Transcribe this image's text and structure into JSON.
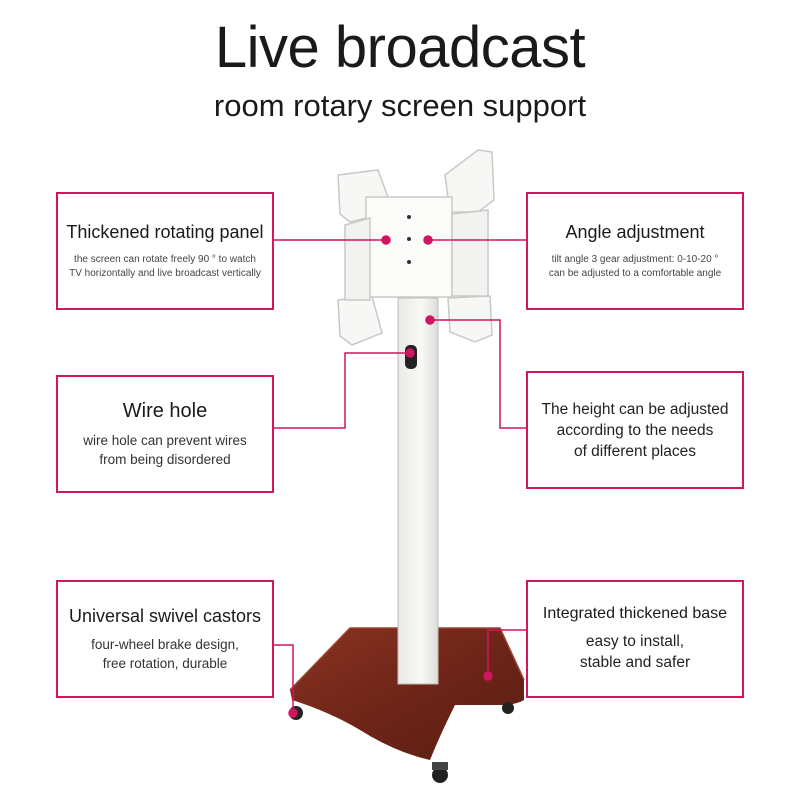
{
  "header": {
    "title": "Live broadcast",
    "subtitle": "room rotary screen support"
  },
  "callouts": {
    "rotating_panel": {
      "heading": "Thickened rotating panel",
      "description": "the screen can rotate freely 90 ° to watch\nTV horizontally and live broadcast vertically"
    },
    "angle_adjustment": {
      "heading": "Angle adjustment",
      "description": "tilt angle 3 gear adjustment: 0-10-20 °\ncan be adjusted to a comfortable angle"
    },
    "wire_hole": {
      "heading": "Wire hole",
      "description": "wire hole can prevent wires\nfrom being disordered"
    },
    "height_adjust": {
      "description": "The height can be adjusted\naccording to the needs\nof different places"
    },
    "castors": {
      "heading": "Universal swivel castors",
      "description": "four-wheel brake design,\nfree rotation, durable"
    },
    "base": {
      "heading": "Integrated thickened base",
      "description": "easy to install,\nstable and safer"
    }
  },
  "colors": {
    "accent": "#d1155f",
    "stand_white": "#f4f4f2",
    "base_wood": "#7a2a1c"
  }
}
